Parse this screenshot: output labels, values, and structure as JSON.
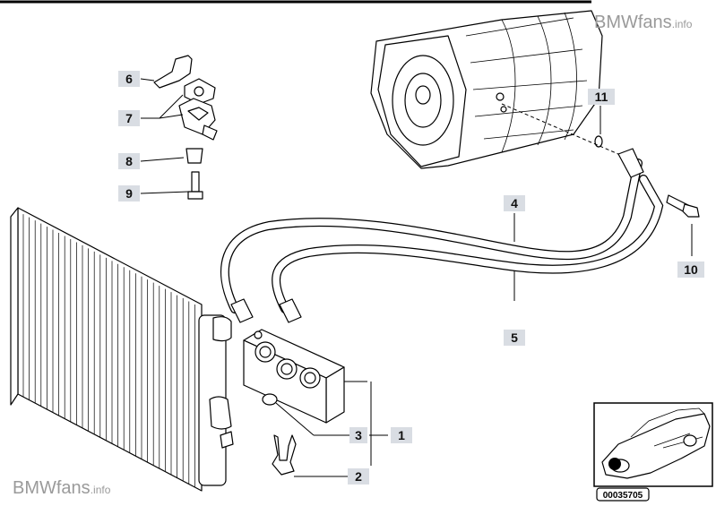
{
  "watermark": {
    "brand": "BMWfans",
    "suffix": ".info"
  },
  "callouts": [
    {
      "id": "1",
      "label": "1"
    },
    {
      "id": "2",
      "label": "2"
    },
    {
      "id": "3",
      "label": "3"
    },
    {
      "id": "4",
      "label": "4"
    },
    {
      "id": "5",
      "label": "5"
    },
    {
      "id": "6",
      "label": "6"
    },
    {
      "id": "7",
      "label": "7"
    },
    {
      "id": "8",
      "label": "8"
    },
    {
      "id": "9",
      "label": "9"
    },
    {
      "id": "10",
      "label": "10"
    },
    {
      "id": "11",
      "label": "11"
    }
  ],
  "inset": {
    "reference_code": "00035705"
  }
}
